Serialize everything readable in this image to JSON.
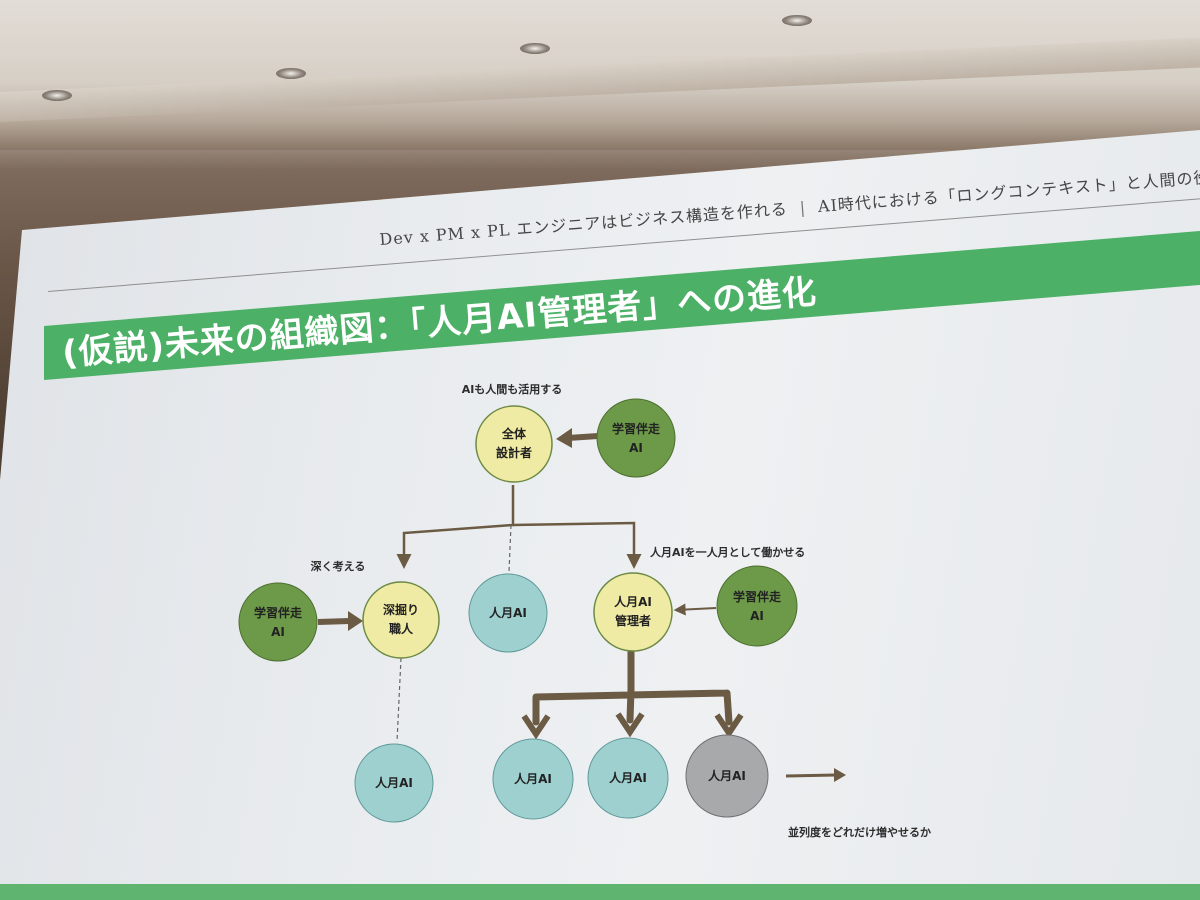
{
  "slide": {
    "header_left": "Dev x PM x PL エンジニアはビジネス構造を作れる",
    "header_sep": "|",
    "header_right": "AI時代における「ロングコンテキスト」と人間の役割",
    "title": "(仮説)未来の組織図：「人月AI管理者」への進化"
  },
  "diagram": {
    "colors": {
      "yellow": "#efeba4",
      "dark_green": "#6c9a48",
      "teal": "#9fd0d0",
      "gray": "#a7a9ab",
      "arrow": "#6b5a44",
      "title_band": "#4cb066"
    },
    "nodes": {
      "architect": {
        "lines": [
          "全体",
          "設計者"
        ]
      },
      "coach_top": {
        "lines": [
          "学習伴走",
          "AI"
        ]
      },
      "deep_diver": {
        "lines": [
          "深掘り",
          "職人"
        ]
      },
      "coach_left": {
        "lines": [
          "学習伴走",
          "AI"
        ]
      },
      "ai_middle": {
        "lines": [
          "人月AI"
        ]
      },
      "ai_manager": {
        "lines": [
          "人月AI",
          "管理者"
        ]
      },
      "coach_right": {
        "lines": [
          "学習伴走",
          "AI"
        ]
      },
      "ai_bottom_left": {
        "lines": [
          "人月AI"
        ]
      },
      "ai_child_1": {
        "lines": [
          "人月AI"
        ]
      },
      "ai_child_2": {
        "lines": [
          "人月AI"
        ]
      },
      "ai_child_3": {
        "lines": [
          "人月AI"
        ]
      }
    },
    "notes": {
      "top": "AIも人間も活用する",
      "deep": "深く考える",
      "manager": "人月AIを一人月として働かせる",
      "parallel": "並列度をどれだけ増やせるか"
    }
  }
}
